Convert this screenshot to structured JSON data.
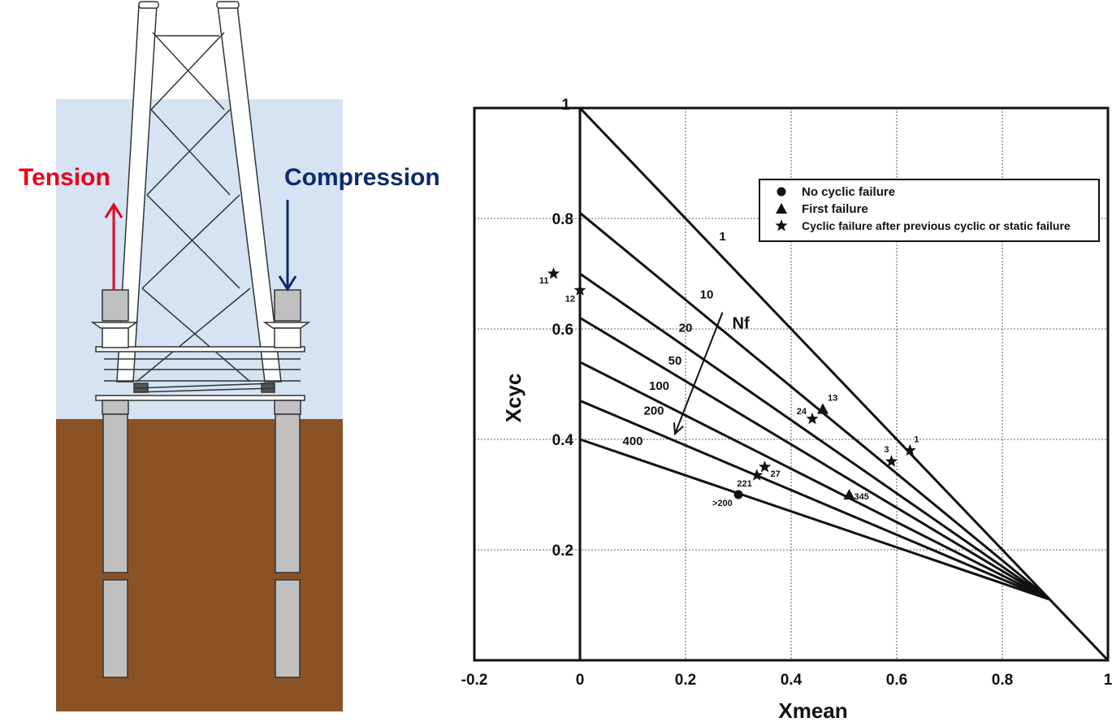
{
  "diagram": {
    "tension_label": "Tension",
    "compression_label": "Compression",
    "tension_color": "#e8001c",
    "compression_color": "#0d2a6b",
    "water_color": "#d5e3f3",
    "soil_color": "#8b5226",
    "pile_color": "#c0c0c0"
  },
  "chart_data": {
    "type": "line",
    "xlabel": "Xmean",
    "ylabel": "Xcyc",
    "xlim": [
      -0.2,
      1
    ],
    "ylim": [
      0,
      1
    ],
    "xticks": [
      "-0.2",
      "0",
      "0.2",
      "0.4",
      "0.6",
      "0.8",
      "1"
    ],
    "yticks": [
      "0.2",
      "0.4",
      "0.6",
      "0.8",
      "1"
    ],
    "grid": true,
    "convergence_point": [
      0.89,
      0.11
    ],
    "series": [
      {
        "name": "1",
        "x": [
          0,
          1
        ],
        "y": [
          1,
          0
        ],
        "label_at": [
          0.27,
          0.76
        ]
      },
      {
        "name": "10",
        "x": [
          0,
          0.89
        ],
        "y": [
          0.81,
          0.11
        ],
        "label_at": [
          0.24,
          0.655
        ]
      },
      {
        "name": "20",
        "x": [
          0,
          0.89
        ],
        "y": [
          0.7,
          0.11
        ],
        "label_at": [
          0.2,
          0.595
        ]
      },
      {
        "name": "50",
        "x": [
          0,
          0.89
        ],
        "y": [
          0.62,
          0.11
        ],
        "label_at": [
          0.18,
          0.535
        ]
      },
      {
        "name": "100",
        "x": [
          0,
          0.89
        ],
        "y": [
          0.54,
          0.11
        ],
        "label_at": [
          0.15,
          0.49
        ]
      },
      {
        "name": "200",
        "x": [
          0,
          0.89
        ],
        "y": [
          0.47,
          0.11
        ],
        "label_at": [
          0.14,
          0.445
        ]
      },
      {
        "name": "400",
        "x": [
          0,
          0.89
        ],
        "y": [
          0.4,
          0.11
        ],
        "label_at": [
          0.1,
          0.39
        ]
      }
    ],
    "nf_arrow": {
      "label": "Nf",
      "from": [
        0.27,
        0.63
      ],
      "to": [
        0.18,
        0.41
      ]
    },
    "points": [
      {
        "marker": "circle",
        "x": 0.3,
        "y": 0.3,
        "label": ">200"
      },
      {
        "marker": "triangle",
        "x": 0.46,
        "y": 0.455,
        "label": "13"
      },
      {
        "marker": "triangle",
        "x": 0.51,
        "y": 0.3,
        "label": "345"
      },
      {
        "marker": "star",
        "x": -0.05,
        "y": 0.7,
        "label": "11"
      },
      {
        "marker": "star",
        "x": 0,
        "y": 0.67,
        "label": "12"
      },
      {
        "marker": "star",
        "x": 0.44,
        "y": 0.437,
        "label": "24"
      },
      {
        "marker": "star",
        "x": 0.59,
        "y": 0.36,
        "label": "3"
      },
      {
        "marker": "star",
        "x": 0.625,
        "y": 0.38,
        "label": "1"
      },
      {
        "marker": "star",
        "x": 0.35,
        "y": 0.35,
        "label": "27"
      },
      {
        "marker": "star",
        "x": 0.335,
        "y": 0.335,
        "label": "221"
      }
    ],
    "legend": {
      "position": "top-right",
      "entries": [
        {
          "marker": "circle",
          "label": "No cyclic failure"
        },
        {
          "marker": "triangle",
          "label": "First failure"
        },
        {
          "marker": "star",
          "label": "Cyclic failure after previous cyclic or static failure"
        }
      ]
    }
  }
}
